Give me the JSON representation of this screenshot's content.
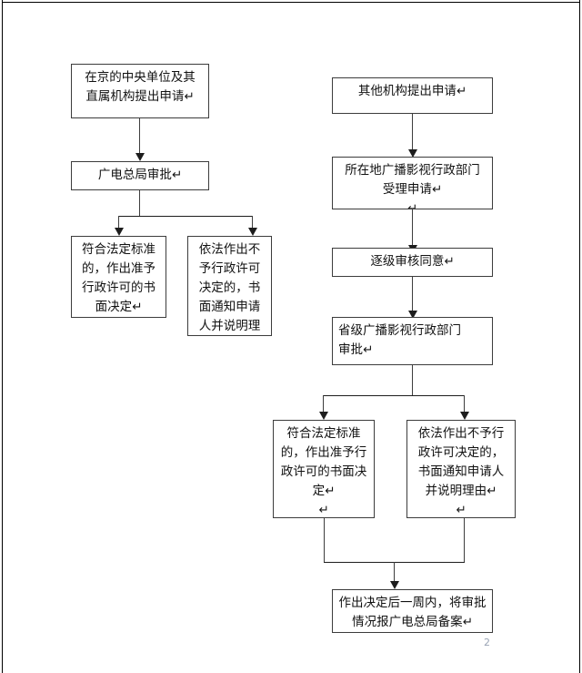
{
  "document": {
    "page_number": "2",
    "border_color": "#000000"
  },
  "flowchart": {
    "title_visible": false,
    "left_branch": {
      "nodes": [
        {
          "id": "central-units-apply",
          "text": "在京的中央单位及其\n直属机构提出申请↵"
        },
        {
          "id": "sarft-approval",
          "text": "广电总局审批↵"
        },
        {
          "id": "left-outcome-approve",
          "text": "符合法定标准\n的，作出准予\n行政许可的书\n面决定↵"
        },
        {
          "id": "left-outcome-reject",
          "text": "依法作出不\n予行政许可\n决定的，书\n面通知申请\n人并说明理"
        }
      ]
    },
    "right_branch": {
      "nodes": [
        {
          "id": "other-orgs-apply",
          "text": "其他机构提出申请↵"
        },
        {
          "id": "local-dept-accept",
          "text": "所在地广播影视行政部门\n受理申请↵\n↵"
        },
        {
          "id": "level-by-level-review",
          "text": "逐级审核同意↵"
        },
        {
          "id": "provincial-dept-approval",
          "text": "省级广播影视行政部门\n审批↵"
        },
        {
          "id": "right-outcome-approve",
          "text": "符合法定标准\n的，作出准予行\n政许可的书面决\n定↵\n↵"
        },
        {
          "id": "right-outcome-reject",
          "text": "依法作出不予行\n政许可决定的，\n书面通知申请人\n并说明理由↵\n↵"
        },
        {
          "id": "report-to-sarft",
          "text": "作出决定后一周内，将审批\n情况报广电总局备案↵"
        }
      ]
    }
  }
}
